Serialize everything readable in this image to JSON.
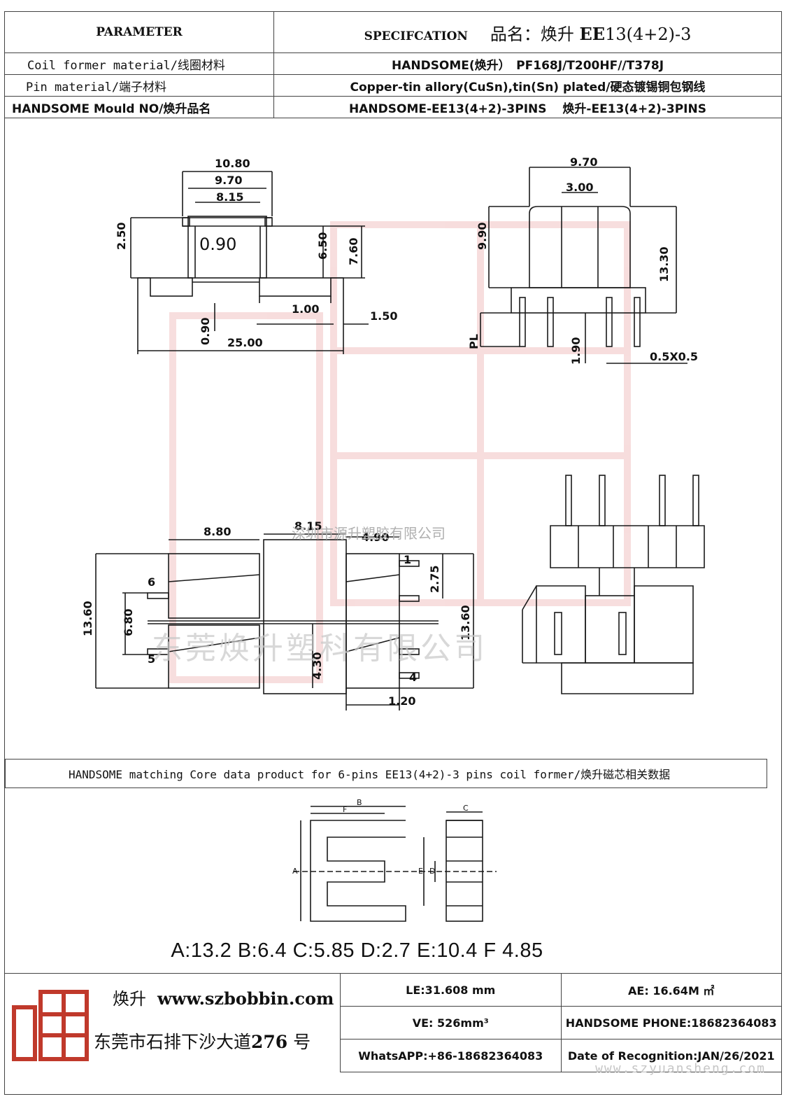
{
  "header": {
    "parameter_label": "PARAMETER",
    "spec_label": "SPECIFCATION",
    "model_prefix": "品名：焕升",
    "model_bold": "EE",
    "model_rest": "13(4+2)-3"
  },
  "rows": [
    {
      "label": "Coil former material/线圈材料",
      "value": "HANDSOME(焕升）　PF168J/T200HF//T378J"
    },
    {
      "label": "Pin material/端子材料",
      "value": "Copper-tin allory(CuSn),tin(Sn) plated/硬态镀锡铜包钢线"
    },
    {
      "label": "HANDSOME Mould NO/焕升品名",
      "value": "HANDSOME-EE13(4+2)-3PINS　 焕升-EE13(4+2)-3PINS"
    }
  ],
  "drawing": {
    "watermark_company_1": "深圳市源升塑胶有限公司",
    "watermark_company_2": "东莞焕升塑科有限公司",
    "front_view": {
      "dim_a": "10.80",
      "dim_b": "9.70",
      "dim_c": "8.15",
      "dim_d": "2.50",
      "dim_e": "0.90",
      "dim_f": "6.50",
      "dim_g": "7.60",
      "dim_h": "1.00",
      "dim_i": "1.50",
      "dim_j": "0.90",
      "dim_k": "25.00"
    },
    "side_view": {
      "dim_a": "9.70",
      "dim_b": "3.00",
      "dim_c": "9.90",
      "dim_d": "13.30",
      "dim_e": "PL",
      "dim_f": "1.90",
      "dim_g": "0.5X0.5"
    },
    "bottom_view": {
      "dim_a": "8.80",
      "dim_b": "8.15",
      "dim_c": "4.90",
      "dim_d": "13.60",
      "dim_e": "6.80",
      "dim_f": "2.75",
      "dim_g": "13.60",
      "dim_h": "4.30",
      "dim_i": "1.20",
      "pin_6": "6",
      "pin_5": "5",
      "pin_1": "1",
      "pin_4": "4"
    }
  },
  "core_band": {
    "text": "HANDSOME matching Core data  product for 6-pins EE13(4+2)-3 pins coil former/焕升磁芯相关数据"
  },
  "core_drawing_labels": {
    "a": "A",
    "b": "B",
    "c": "C",
    "d": "D",
    "e": "E",
    "f": "F"
  },
  "core_dims": "A:13.2 B:6.4 C:5.85 D:2.7 E:10.4 F 4.85",
  "footer": {
    "brand": "焕升",
    "website": "www.szbobbin.com",
    "address_prefix": "东莞市石排下沙大道",
    "address_number": "276",
    "address_suffix": "号",
    "cells": [
      "LE:31.608 mm",
      "AE: 16.64M ㎡",
      "VE: 526mm³",
      "HANDSOME PHONE:18682364083",
      "WhatsAPP:+86-18682364083",
      "Date of Recognition:JAN/26/2021"
    ],
    "watermark_url": "www.szyuansheng.com"
  },
  "colors": {
    "line": "#1a1a1a",
    "watermark": "#e06666",
    "logo": "#c0392b"
  }
}
